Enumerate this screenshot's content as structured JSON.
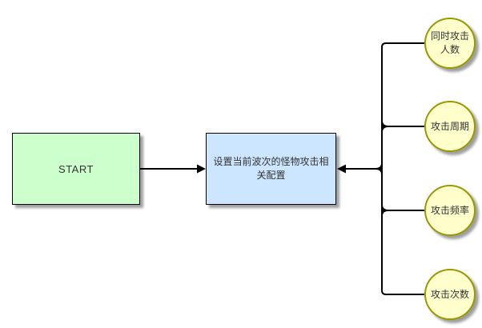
{
  "diagram": {
    "type": "flowchart",
    "background_color": "#ffffff",
    "connector_color": "#000000",
    "text_color": "#333333",
    "nodes": {
      "start": {
        "label": "START",
        "shape": "rectangle",
        "fill_color": "#ccffcc",
        "border_color": "#000000"
      },
      "config": {
        "label": "设置当前波次的怪物攻击相关配置",
        "shape": "rectangle",
        "fill_color": "#cce6ff",
        "border_color": "#000000"
      }
    },
    "leaves": [
      {
        "label": "同时攻击人数",
        "shape": "circle",
        "fill_color": "#ffffcc",
        "border_color": "#999900"
      },
      {
        "label": "攻击周期",
        "shape": "circle",
        "fill_color": "#ffffcc",
        "border_color": "#999900"
      },
      {
        "label": "攻击频率",
        "shape": "circle",
        "fill_color": "#ffffcc",
        "border_color": "#999900"
      },
      {
        "label": "攻击次数",
        "shape": "circle",
        "fill_color": "#ffffcc",
        "border_color": "#999900"
      }
    ],
    "edges": [
      {
        "from": "start",
        "to": "config",
        "arrow_into": "config-left-edge"
      },
      {
        "from": "leaves",
        "to": "config",
        "arrow_into": "config-right-edge",
        "style": "bracket-trunk"
      }
    ]
  }
}
